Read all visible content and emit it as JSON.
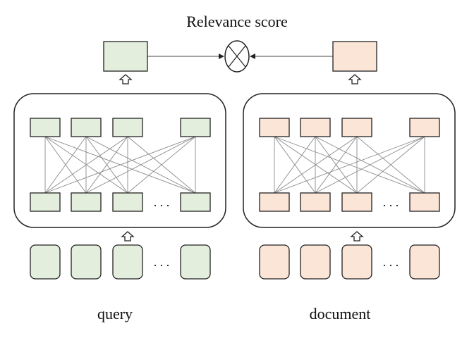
{
  "title": "Relevance score",
  "left_label": "query",
  "right_label": "document",
  "ellipsis": ". . .",
  "colors": {
    "query_fill": "#e4eedd",
    "document_fill": "#fbe5d6",
    "stroke": "#222222",
    "line": "#8a8a8a"
  },
  "icons": {
    "score_op": "circle-times-icon",
    "up_arrow": "hollow-up-arrow-icon"
  }
}
